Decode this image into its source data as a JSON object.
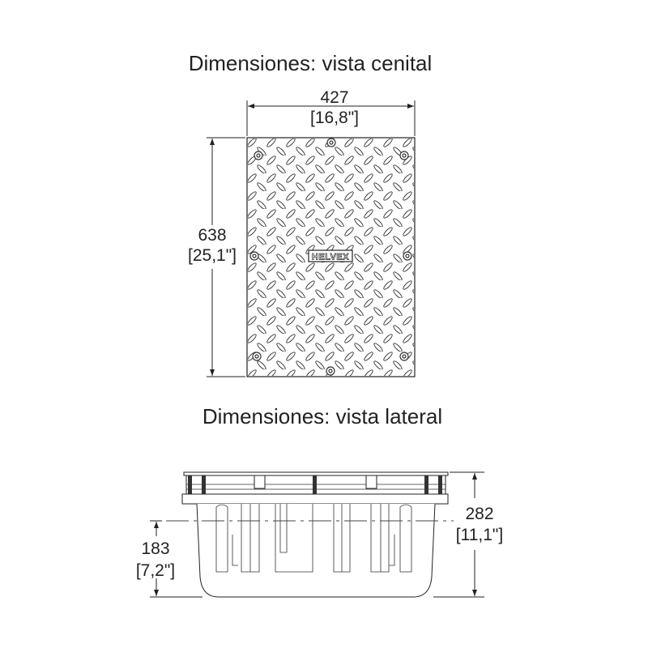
{
  "top_view": {
    "title": "Dimensiones: vista cenital",
    "width_mm": "427",
    "width_in": "[16,8\"]",
    "height_mm": "638",
    "height_in": "[25,1\"]",
    "logo": "HELVEX"
  },
  "side_view": {
    "title": "Dimensiones: vista lateral",
    "total_height_mm": "282",
    "total_height_in": "[11,1\"]",
    "body_height_mm": "183",
    "body_height_in": "[7,2\"]"
  }
}
